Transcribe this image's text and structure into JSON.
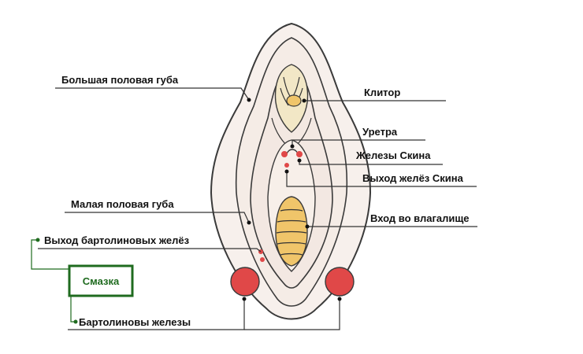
{
  "labels": {
    "labia_majora": "Большая половая губа",
    "clitoris": "Клитор",
    "urethra": "Уретра",
    "skene_glands": "Железы Скина",
    "skene_outlet": "Выход желёз Скина",
    "labia_minora": "Малая половая губа",
    "vaginal_entrance": "Вход во влагалище",
    "bartholin_outlet": "Выход бартолиновых желёз",
    "lubrication": "Смазка",
    "bartholin_glands": "Бартолиновы железы"
  },
  "colors": {
    "outline": "#3a3a3a",
    "skin": "#f7f0ec",
    "inner": "#f3e8e2",
    "hood": "#f2e7c6",
    "vagina": "#f0c56a",
    "gland": "#e04848",
    "green": "#1f6b1f"
  }
}
